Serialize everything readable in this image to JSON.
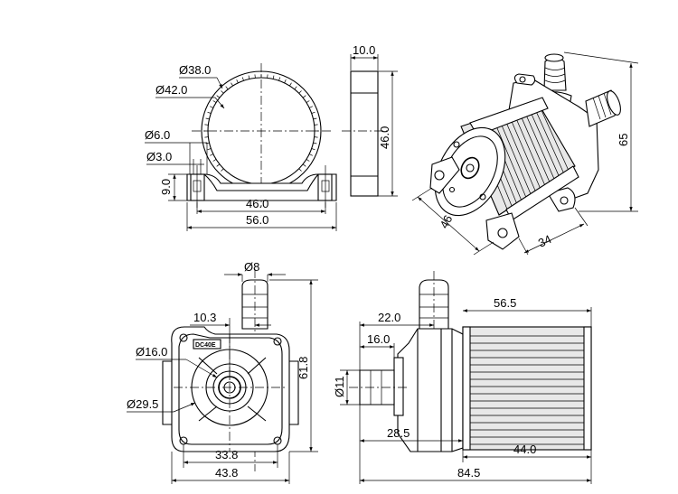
{
  "dimensions": {
    "bracket": {
      "d_inner": "Ø38.0",
      "d_outer": "Ø42.0",
      "d_hole": "Ø6.0",
      "d_slot": "Ø3.0",
      "foot_height": "9.0",
      "hole_spacing": "46.0",
      "total_width": "56.0"
    },
    "bracket_side": {
      "thickness": "10.0",
      "height": "46.0"
    },
    "iso_view": {
      "height": "65",
      "diameter": "46",
      "base": "34"
    },
    "front_view": {
      "outlet_d": "Ø8",
      "offset": "10.3",
      "inlet_d": "Ø16.0",
      "flange_d": "Ø29.5",
      "height": "61.8",
      "hole_spacing": "33.8",
      "width": "43.8"
    },
    "side_view": {
      "motor_length": "56.5",
      "outlet_pos": "22.0",
      "inlet_len": "16.0",
      "inlet_d": "Ø11",
      "head_len": "28.5",
      "can_len": "44.0",
      "total_len": "84.5"
    }
  },
  "brand_mark": "DC40E"
}
